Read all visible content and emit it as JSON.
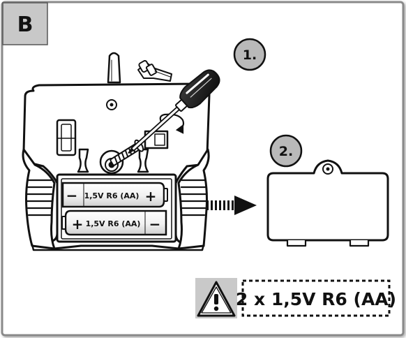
{
  "section": {
    "label": "B"
  },
  "steps": [
    {
      "label": "1."
    },
    {
      "label": "2."
    }
  ],
  "batteries": [
    {
      "label": "1,5V R6 (AA)",
      "left_terminal": "−",
      "right_terminal": "+"
    },
    {
      "label": "1,5V R6 (AA)",
      "left_terminal": "+",
      "right_terminal": "−"
    }
  ],
  "warning": {
    "icon": "warning-triangle-icon",
    "text": "2 x 1,5V R6 (AA)"
  },
  "colors": {
    "badge_fill": "#b9b9b9",
    "outline": "#1a1a1a",
    "frame_border": "#8a8a8a",
    "page": "#ffffff"
  }
}
